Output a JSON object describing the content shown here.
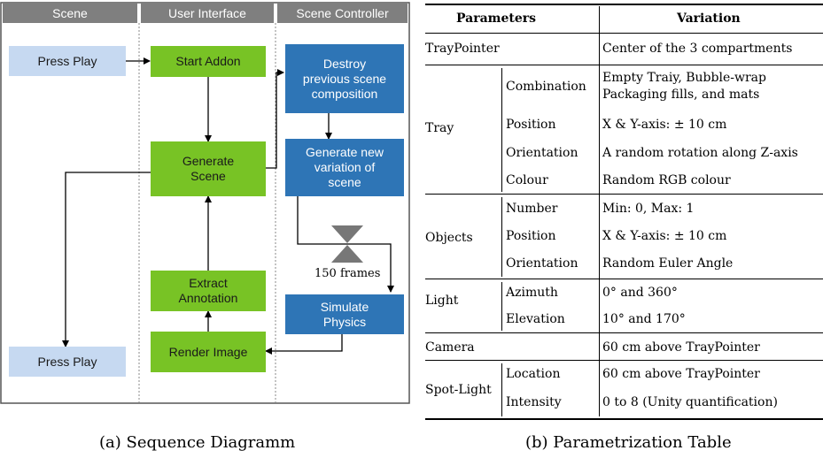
{
  "diagram": {
    "lanes": [
      "Scene",
      "User Interface",
      "Scene Controller"
    ],
    "press_play_top": "Press Play",
    "start_addon": "Start Addon",
    "generate_scene": [
      "Generate",
      "Scene"
    ],
    "extract_annotation": [
      "Extract",
      "Annotation"
    ],
    "render_image": "Render Image",
    "press_play_bottom": "Press Play",
    "destroy": [
      "Destroy",
      "previous scene",
      "composition"
    ],
    "generate_new": [
      "Generate new",
      "variation of",
      "scene"
    ],
    "simulate": [
      "Simulate",
      "Physics"
    ],
    "frames_label": "150 frames"
  },
  "table": {
    "header": {
      "parameters": "Parameters",
      "variation": "Variation"
    },
    "traypointer": {
      "name": "TrayPointer",
      "value": "Center of the 3 compartments"
    },
    "tray": {
      "group": "Tray",
      "combination": {
        "name": "Combination",
        "value_line1": "Empty Traiy, Bubble-wrap",
        "value_line2": "Packaging fills, and mats"
      },
      "position": {
        "name": "Position",
        "value": "X & Y-axis: ± 10 cm"
      },
      "orientation": {
        "name": "Orientation",
        "value": "A random rotation along Z-axis"
      },
      "colour": {
        "name": "Colour",
        "value": "Random RGB colour"
      }
    },
    "objects": {
      "group": "Objects",
      "number": {
        "name": "Number",
        "value": "Min: 0, Max: 1"
      },
      "position": {
        "name": "Position",
        "value": "X & Y-axis: ± 10 cm"
      },
      "orientation": {
        "name": "Orientation",
        "value": "Random Euler Angle"
      }
    },
    "light": {
      "group": "Light",
      "azimuth": {
        "name": "Azimuth",
        "value": "0° and 360°"
      },
      "elevation": {
        "name": "Elevation",
        "value": "10° and 170°"
      }
    },
    "camera": {
      "name": "Camera",
      "value": "60 cm above TrayPointer"
    },
    "spotlight": {
      "group": "Spot-Light",
      "location": {
        "name": "Location",
        "value": "60 cm above TrayPointer"
      },
      "intensity": {
        "name": "Intensity",
        "value": "0 to 8 (Unity quantification)"
      }
    }
  },
  "captions": {
    "left": "(a) Sequence Diagramm",
    "right": "(b) Parametrization Table"
  }
}
